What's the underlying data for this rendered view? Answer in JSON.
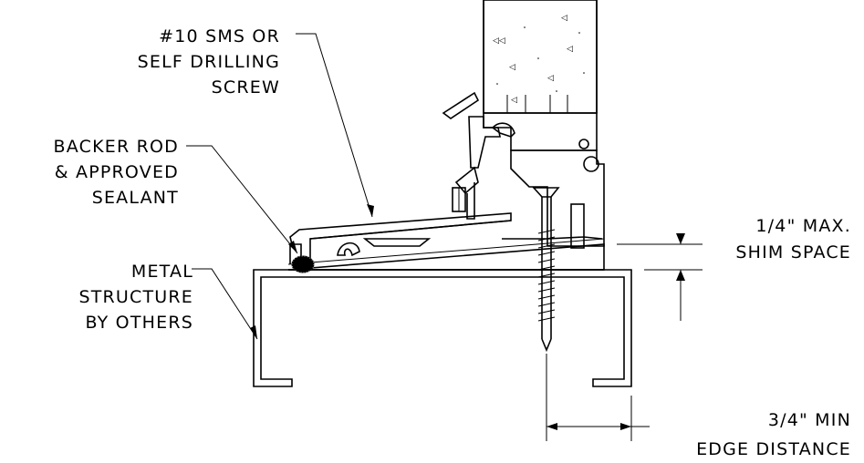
{
  "labels": {
    "screw": [
      "#10 SMS OR",
      "SELF DRILLING",
      "SCREW"
    ],
    "backer": [
      "BACKER ROD",
      "& APPROVED",
      "SEALANT"
    ],
    "metal": [
      "METAL",
      "STRUCTURE",
      "BY OTHERS"
    ],
    "shim": [
      "1/4\" MAX.",
      "SHIM SPACE"
    ],
    "edge": [
      "3/4\" MIN",
      "EDGE DISTANCE"
    ]
  }
}
